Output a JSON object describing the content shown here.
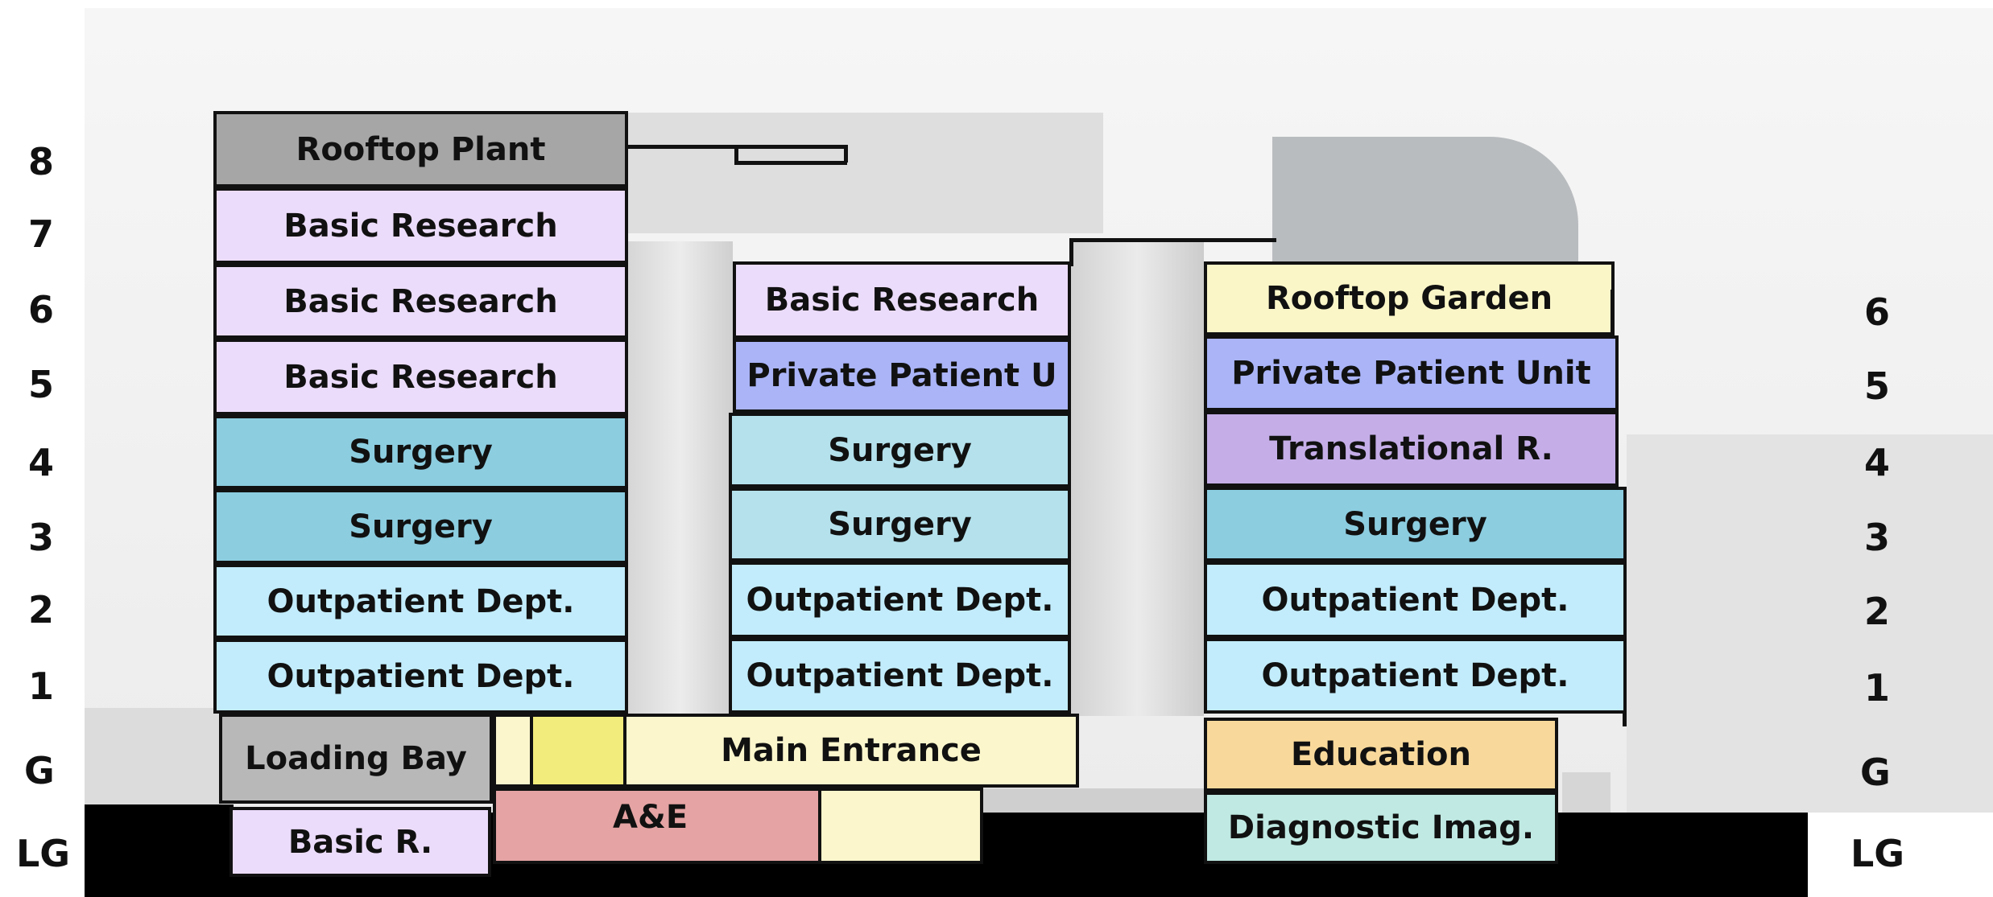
{
  "colors": {
    "plant": "#a6a6a6",
    "research": "#ecdcfb",
    "surgery_dark": "#8ccde0",
    "surgery_light": "#b4e1ec",
    "outpatient": "#c2ecfb",
    "private": "#aab4f7",
    "translational": "#c5aee8",
    "garden": "#fbf6c8",
    "entrance": "#fbf6cc",
    "loading": "#b8b8b8",
    "ae": "#e5a3a3",
    "education": "#f9d99b",
    "diagnostic": "#bfe9e2",
    "yellow": "#f2ec7c",
    "ground": "#000000"
  },
  "floors_left": [
    "8",
    "7",
    "6",
    "5",
    "4",
    "3",
    "2",
    "1",
    "G",
    "LG"
  ],
  "floors_right": [
    "6",
    "5",
    "4",
    "3",
    "2",
    "1",
    "G",
    "LG"
  ],
  "rooms": {
    "left_8": "Rooftop Plant",
    "left_7": "Basic Research",
    "left_6": "Basic Research",
    "left_5": "Basic Research",
    "left_4": "Surgery",
    "left_3": "Surgery",
    "left_2": "Outpatient Dept.",
    "left_1": "Outpatient Dept.",
    "loading": "Loading Bay",
    "basic_r": "Basic R.",
    "mid_6": "Basic Research",
    "mid_5": "Private Patient U",
    "mid_4": "Surgery",
    "mid_3": "Surgery",
    "mid_2": "Outpatient Dept.",
    "mid_1": "Outpatient Dept.",
    "main_entrance": "Main Entrance",
    "ae": "A&E",
    "right_6": "Rooftop Garden",
    "right_5": "Private Patient Unit",
    "right_4": "Translational R.",
    "right_3": "Surgery",
    "right_2": "Outpatient Dept.",
    "right_1": "Outpatient Dept.",
    "education": "Education",
    "diagnostic": "Diagnostic Imag."
  }
}
